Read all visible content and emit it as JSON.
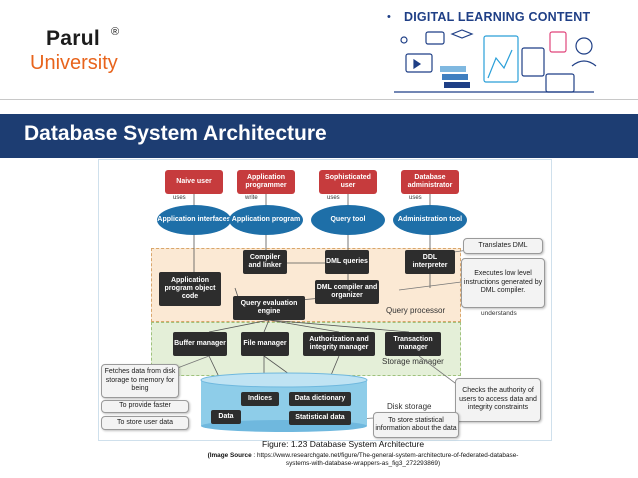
{
  "header": {
    "logo_name": "Parul",
    "logo_reg": "®",
    "logo_sub": "University",
    "dlc_title": "DIGITAL LEARNING CONTENT",
    "dlc_dot": "•"
  },
  "slide": {
    "title": "Database System Architecture"
  },
  "diagram": {
    "users": [
      {
        "label": "Naive user",
        "edge": "uses"
      },
      {
        "label": "Application programmer",
        "edge": "write"
      },
      {
        "label": "Sophisticated user",
        "edge": "uses"
      },
      {
        "label": "Database administrator",
        "edge": "uses"
      }
    ],
    "interfaces": [
      "Application interfaces",
      "Application program",
      "Query tool",
      "Administration tool"
    ],
    "query_processor": {
      "label": "Query processor",
      "compiler": "Compiler and linker",
      "dml_queries": "DML queries",
      "ddl_interpreter": "DDL interpreter",
      "app_object_code": "Application program object code",
      "dml_compiler": "DML compiler and organizer",
      "query_engine": "Query evaluation engine",
      "understands": "understands"
    },
    "storage_manager": {
      "label": "Storage manager",
      "buffer": "Buffer manager",
      "file": "File manager",
      "authorization": "Authorization and integrity manager",
      "transaction": "Transaction manager"
    },
    "disk_storage": {
      "label": "Disk storage",
      "indices": "Indices",
      "data_dictionary": "Data dictionary",
      "data": "Data",
      "statistical_data": "Statistical data"
    },
    "callouts": {
      "translates_dml": "Translates DML",
      "executes": "Executes low level instructions generated by DML compiler.",
      "fetches": "Fetches data from disk storage to memory for being",
      "to_provide_faster": "To provide faster",
      "to_store_user_data": "To store user data",
      "checks_authority": "Checks the authority of users to access data and integrity constraints",
      "to_store_statistical": "To store statistical information about the data"
    }
  },
  "figure": {
    "caption": "Figure:    1.23  Database System Architecture",
    "source_label": "(Image Source",
    "source_text": " : https://www.researchgate.net/figure/The-general-system-architecture-of-federated-database-systems-with-database-wrappers-as_fig3_272293869)"
  },
  "colors": {
    "title_bar": "#1d3d72",
    "logo_orange": "#e8641c",
    "user_box": "#c63b3d",
    "interface_ellipse": "#1e6fa8",
    "component_box": "#2d2d2d",
    "query_region": "#fbe9d4",
    "storage_region": "#e4efd8",
    "disk": "#8ecde9"
  }
}
